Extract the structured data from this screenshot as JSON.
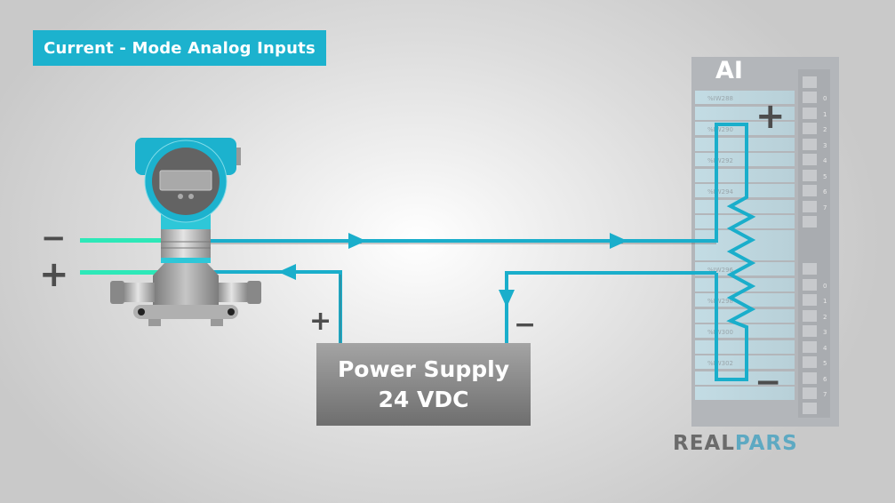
{
  "title": "Current - Mode Analog Inputs",
  "transmitter": {
    "terminal_minus_label": "−",
    "terminal_plus_label": "+"
  },
  "power_supply": {
    "line1": "Power Supply",
    "line2": "24 VDC",
    "plus_label": "+",
    "minus_label": "−"
  },
  "ai_module": {
    "title": "AI",
    "plus_label": "+",
    "minus_label": "−",
    "addresses": [
      "%IW288",
      "%IW290",
      "%IW292",
      "%IW294",
      "%IW296",
      "%IW298",
      "%IW300",
      "%IW302"
    ],
    "channel_numbers_group1": [
      "0",
      "1",
      "2",
      "3",
      "4",
      "5",
      "6",
      "7"
    ],
    "channel_numbers_group2": [
      "0",
      "1",
      "2",
      "3",
      "4",
      "5",
      "6",
      "7"
    ]
  },
  "logo": {
    "part1": "REAL",
    "part2": "PARS"
  },
  "colors": {
    "accent": "#1cb2ce",
    "wire": "#1aaecb",
    "lead": "#2de8b8",
    "logo_gray": "#6b6b6b",
    "logo_blue": "#5ea9c2"
  }
}
